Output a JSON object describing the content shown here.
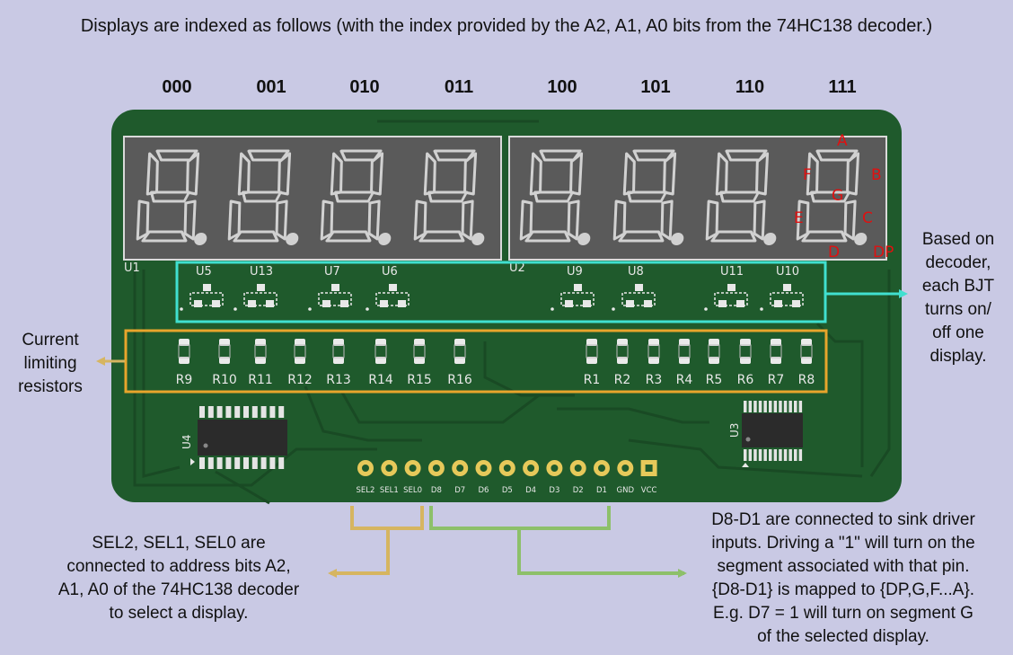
{
  "header": "Displays are indexed as follows (with the index provided by the A2, A1, A0 bits from the 74HC138 decoder.)",
  "indices": [
    "000",
    "001",
    "010",
    "011",
    "100",
    "101",
    "110",
    "111"
  ],
  "displays": {
    "left_ref": "U1",
    "right_ref": "U2"
  },
  "segments": {
    "A": "A",
    "B": "B",
    "C": "C",
    "D": "D",
    "E": "E",
    "F": "F",
    "G": "G",
    "DP": "DP"
  },
  "transistors": [
    "U5",
    "U13",
    "U7",
    "U6",
    "U9",
    "U8",
    "U11",
    "U10"
  ],
  "resistors": [
    "R9",
    "R10",
    "R11",
    "R12",
    "R13",
    "R14",
    "R15",
    "R16",
    "R1",
    "R2",
    "R3",
    "R4",
    "R5",
    "R6",
    "R7",
    "R8"
  ],
  "chips": {
    "left": "U4",
    "right": "U3"
  },
  "pins": [
    "SEL2",
    "SEL1",
    "SEL0",
    "D8",
    "D7",
    "D6",
    "D5",
    "D4",
    "D3",
    "D2",
    "D1",
    "GND",
    "VCC"
  ],
  "notes": {
    "bjt": [
      "Based on",
      "decoder,",
      "each BJT",
      "turns on/",
      "off one",
      "display."
    ],
    "resistors": [
      "Current",
      "limiting",
      "resistors"
    ],
    "sel": [
      "SEL2, SEL1, SEL0 are",
      "connected to address bits A2,",
      "A1, A0 of the 74HC138 decoder",
      "to select a display."
    ],
    "data": [
      "D8-D1 are connected to sink driver",
      "inputs.  Driving a \"1\" will turn on the",
      "segment associated with that pin.",
      "{D8-D1} is mapped to {DP,G,F...A}.",
      "E.g. D7 = 1 will turn on segment G",
      "of the selected display."
    ]
  },
  "colors": {
    "teal": "#40e0d0",
    "orange": "#e8a52c",
    "tan": "#d6b560",
    "green": "#8dc06a",
    "segment": "#d1d1d1",
    "red": "#e01010",
    "board": "#1f5a2c",
    "trace": "#194a24"
  }
}
